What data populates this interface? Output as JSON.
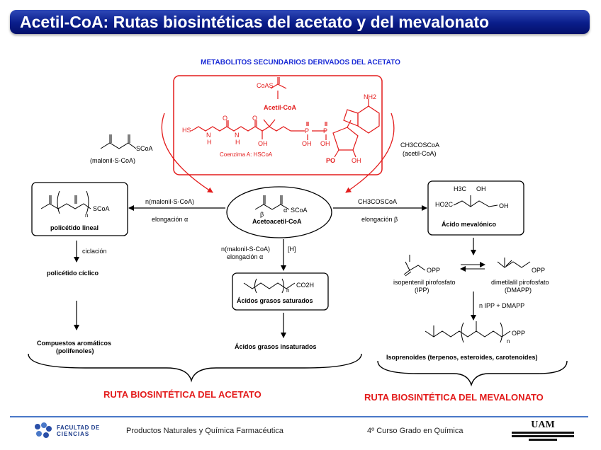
{
  "title": "Acetil-CoA: Rutas biosintéticas del acetato y del mevalonato",
  "subtitle": "METABOLITOS SECUNDARIOS DERIVADOS DEL ACETATO",
  "coa_box": {
    "coas_label": "CoAS",
    "name": "Acetil-CoA",
    "caption": "Coenzima A: HSCoA",
    "atoms": {
      "hs": "HS",
      "n": "N",
      "h": "H",
      "oh": "OH",
      "o": "O",
      "p": "P",
      "po": "PO",
      "nh2": "NH2"
    }
  },
  "left_top": {
    "reagent": "(malonil-S-CoA)",
    "formula": "SCoA"
  },
  "right_top": {
    "formula": "CH3COSCoA",
    "name": "(acetil-CoA)"
  },
  "center": {
    "name": "Acetoacetil-CoA",
    "formula": "SCoA",
    "alpha": "α",
    "beta": "β"
  },
  "arrows": {
    "left_reagent": "n(malonil-S-CoA)",
    "left_step": "elongación α",
    "right_reagent": "CH3COSCoA",
    "right_step": "elongación β",
    "down_reagent": "n(malonil-S-CoA)",
    "down_step": "elongación α",
    "down_h": "[H]",
    "cyclization": "ciclación",
    "ipp_dmapp": "n IPP + DMAPP"
  },
  "left_column": {
    "box_label": "policétido lineal",
    "box_formula": "SCoA",
    "n": "n",
    "cyclic": "policétido cíclico",
    "aromatic_1": "Compuestos aromáticos",
    "aromatic_2": "(polifenoles)"
  },
  "middle_column": {
    "box_label": "Ácidos grasos saturados",
    "formula": "CO2H",
    "n": "n",
    "unsaturated": "Ácidos grasos insaturados"
  },
  "right_column": {
    "box_label": "Ácido mevalónico",
    "h3c": "H3C",
    "oh": "OH",
    "ho2c": "HO2C",
    "ipp_name": "isopentenil pirofosfato",
    "ipp_abbr": "(IPP)",
    "dmapp_name": "dimetilalil pirofosfato",
    "dmapp_abbr": "(DMAPP)",
    "opp": "OPP",
    "n": "n",
    "isoprenoids": "Isoprenoides (terpenos,   esteroides, carotenoides)"
  },
  "routes": {
    "acetate": "RUTA BIOSINTÉTICA DEL ACETATO",
    "mevalonate": "RUTA BIOSINTÉTICA DEL MEVALONATO"
  },
  "footer": {
    "faculty_line1": "FACULTAD DE",
    "faculty_line2": "CIENCIAS",
    "course_name": "Productos Naturales y Química Farmacéutica",
    "course_year": "4º Curso Grado en Química",
    "university_logo": "UAM"
  },
  "colors": {
    "title_bar": "#0a1d8a",
    "accent_red": "#e31b1b",
    "subtitle_blue": "#1a2bd6",
    "footer_line": "#4a78c8"
  }
}
